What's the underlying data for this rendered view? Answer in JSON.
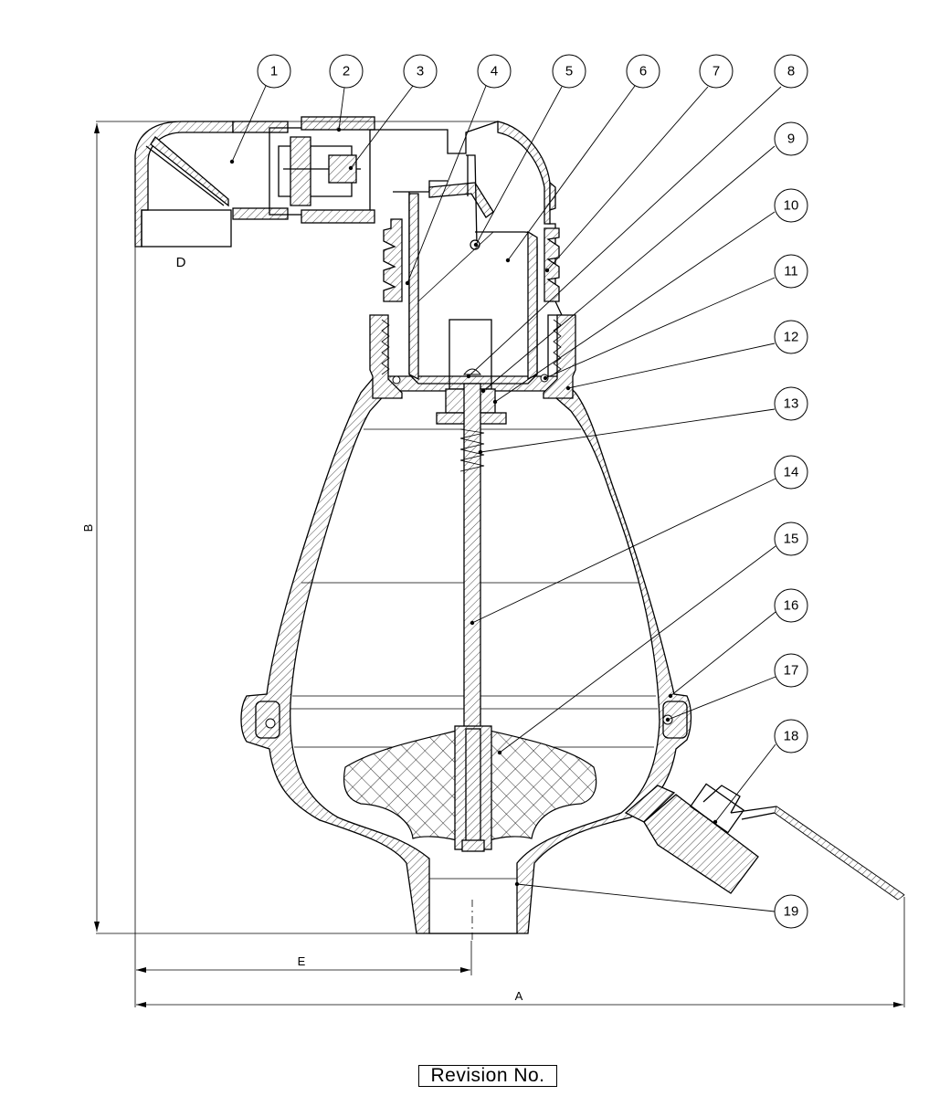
{
  "part_numbers": [
    "1",
    "2",
    "3",
    "4",
    "5",
    "6",
    "7",
    "8",
    "9",
    "10",
    "11",
    "12",
    "13",
    "14",
    "15",
    "16",
    "17",
    "18",
    "19"
  ],
  "dimensions": {
    "A": "A",
    "B": "B",
    "D": "D",
    "E": "E"
  },
  "revision_label": "Revision No."
}
